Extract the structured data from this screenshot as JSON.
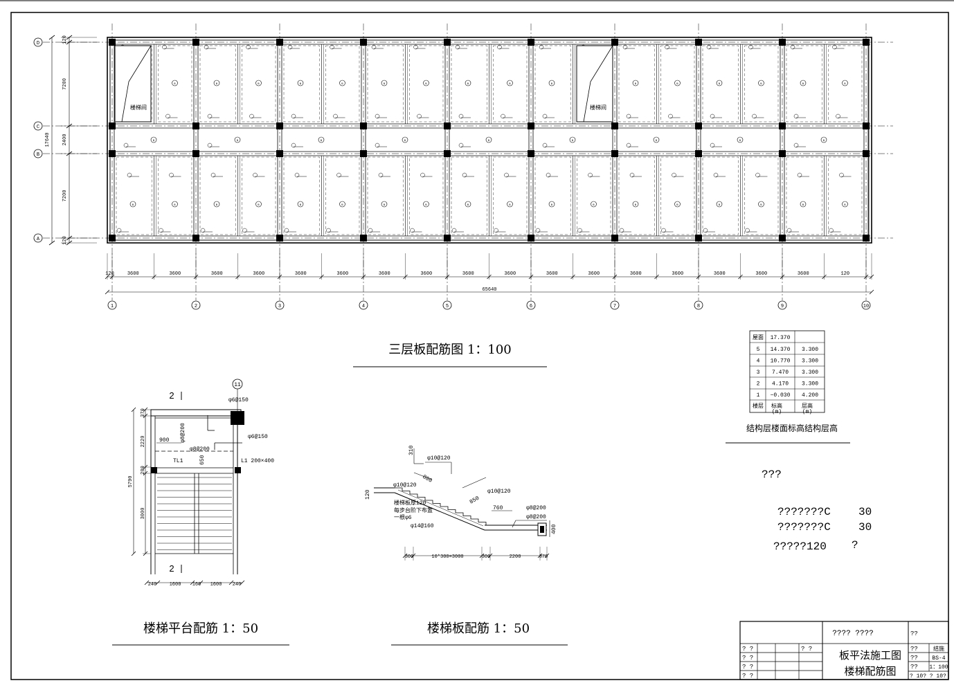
{
  "plan": {
    "title": "三层板配筋图  1：100",
    "axis_rows": [
      "D",
      "C",
      "B",
      "A"
    ],
    "axis_cols": [
      "1",
      "2",
      "3",
      "4",
      "5",
      "6",
      "7",
      "8",
      "9",
      "10"
    ],
    "vertical_dims": [
      "120",
      "7200",
      "2400",
      "7200",
      "120"
    ],
    "total_height": "17640",
    "bay_dims": [
      "120",
      "3600",
      "3600",
      "3600",
      "3600",
      "3600",
      "3600",
      "3600",
      "3600",
      "3600",
      "3600",
      "3600",
      "3600",
      "3600",
      "3600",
      "3600",
      "3600",
      "3600",
      "120"
    ],
    "total_width": "65640",
    "stair_label": "楼梯间",
    "slab_mark": "B"
  },
  "elev_table": {
    "header_top": "屋面",
    "roof_elev": "17.370",
    "rows": [
      {
        "floor": "5",
        "elev": "14.370",
        "height": "3.300"
      },
      {
        "floor": "4",
        "elev": "10.770",
        "height": "3.300"
      },
      {
        "floor": "3",
        "elev": "7.470",
        "height": "3.300"
      },
      {
        "floor": "2",
        "elev": "4.170",
        "height": "3.300"
      },
      {
        "floor": "1",
        "elev": "−0.030",
        "height": "4.200"
      }
    ],
    "col_floor": "楼层",
    "col_elev": "标高",
    "col_elev_unit": "(m)",
    "col_height": "层高",
    "col_height_unit": "(m)",
    "caption": "结构层楼面标高结构层高"
  },
  "notes": {
    "heading": "???",
    "line1": "???????C",
    "line1_val": "30",
    "line2": "???????C",
    "line2_val": "30",
    "line3": "?????120",
    "line3_val": "?"
  },
  "platform": {
    "title": "楼梯平台配筋  1：50",
    "axis": "11",
    "section_top": "2",
    "section_bot": "2",
    "rebar1": "φ6@150",
    "rebar2": "φ8@200",
    "rebar3": "φ8@200",
    "rebar4": "φ6@150",
    "dim_900": "900",
    "dim_650": "650",
    "beam_tl1": "TL1",
    "beam_l1": "L1  200×400",
    "vdims": [
      "370",
      "2220",
      "200",
      "3000"
    ],
    "vtotal": "5790",
    "hdims": [
      "240",
      "1600",
      "160",
      "1600",
      "240"
    ]
  },
  "stair": {
    "title": "楼梯板配筋  1：50",
    "r1": "φ10@120",
    "r2": "φ10@120",
    "r3": "φ10@120",
    "r4": "φ8@200",
    "r5": "φ8@200",
    "r6": "φ14@160",
    "d310": "310",
    "d800": "800",
    "d850": "850",
    "d760": "760",
    "d120": "120",
    "d400": "400",
    "note1": "楼梯板厚120",
    "note2": "每步台阶下布置",
    "note3": "一根φ6",
    "bdims": [
      "300",
      "10*300=3000",
      "300",
      "2200",
      "370"
    ]
  },
  "title_block": {
    "project": "???? ????",
    "name1": "板平法施工图",
    "name2": "楼梯配筋图",
    "c1": "??",
    "c2": "结施",
    "c3": "??",
    "c4": "BS-4",
    "c5": "??",
    "c6": "1：100",
    "c7": "?  10?  ?  10?",
    "left": [
      "? ?",
      "? ?",
      "? ?",
      "? ?"
    ],
    "mid": "? ?"
  }
}
